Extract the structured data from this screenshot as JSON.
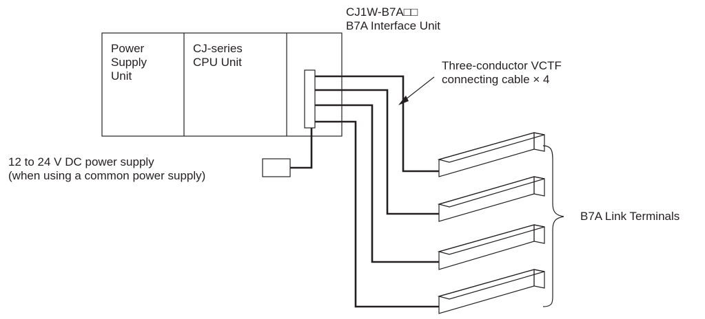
{
  "rack": {
    "power_supply": [
      "Power",
      "Supply",
      "Unit"
    ],
    "cpu": [
      "CJ-series",
      "CPU Unit"
    ]
  },
  "interface_unit": {
    "model": "CJ1W-B7A□□",
    "name": "B7A Interface Unit"
  },
  "cable": {
    "line1": "Three-conductor VCTF",
    "line2": "connecting cable × 4"
  },
  "power_supply_label": {
    "line1": "12 to 24 V DC power supply",
    "line2": "(when using a common power supply)"
  },
  "terminals": {
    "label": "B7A Link Terminals",
    "count": 4
  }
}
